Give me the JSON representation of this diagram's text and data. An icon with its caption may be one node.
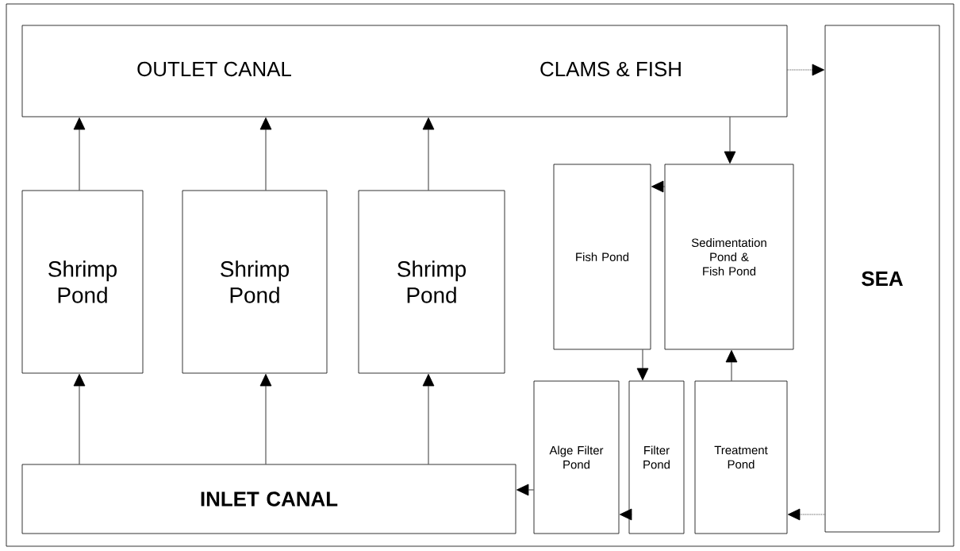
{
  "diagram": {
    "nodes": [
      {
        "text": [
          "OUTLET CANAL",
          "CLAMS & FISH"
        ]
      },
      {
        "text": [
          "Shrimp Pond"
        ]
      },
      {
        "text": [
          "Shrimp Pond"
        ]
      },
      {
        "text": [
          "Shrimp Pond"
        ]
      },
      {
        "text": [
          "Fish Pond"
        ]
      },
      {
        "text": [
          "Sedimentation Pond & Fish Pond"
        ]
      },
      {
        "text": [
          "SEA"
        ]
      },
      {
        "text": [
          "INLET CANAL"
        ]
      },
      {
        "text": [
          "Alge Filter Pond"
        ]
      },
      {
        "text": [
          "Filter Pond"
        ]
      },
      {
        "text": [
          "Treatment Pond"
        ]
      }
    ],
    "edges": [
      {
        "from": 1,
        "to": 0,
        "arrow": "to"
      },
      {
        "from": 2,
        "to": 0,
        "arrow": "to"
      },
      {
        "from": 3,
        "to": 0,
        "arrow": "to"
      },
      {
        "from": 0,
        "to": 6,
        "arrow": "to",
        "style": "dashed"
      },
      {
        "from": 0,
        "to": 5,
        "arrow": "to"
      },
      {
        "from": 5,
        "to": 4,
        "arrow": "to"
      },
      {
        "from": 4,
        "to": 9,
        "arrow": "to"
      },
      {
        "from": 10,
        "to": 5,
        "arrow": "to"
      },
      {
        "from": 6,
        "to": 10,
        "arrow": "to",
        "style": "dashed"
      },
      {
        "from": 9,
        "to": 8,
        "arrow": "to"
      },
      {
        "from": 8,
        "to": 7,
        "arrow": "to"
      },
      {
        "from": 7,
        "to": 1,
        "arrow": "to"
      },
      {
        "from": 7,
        "to": 2,
        "arrow": "to"
      },
      {
        "from": 7,
        "to": 3,
        "arrow": "to"
      }
    ]
  }
}
